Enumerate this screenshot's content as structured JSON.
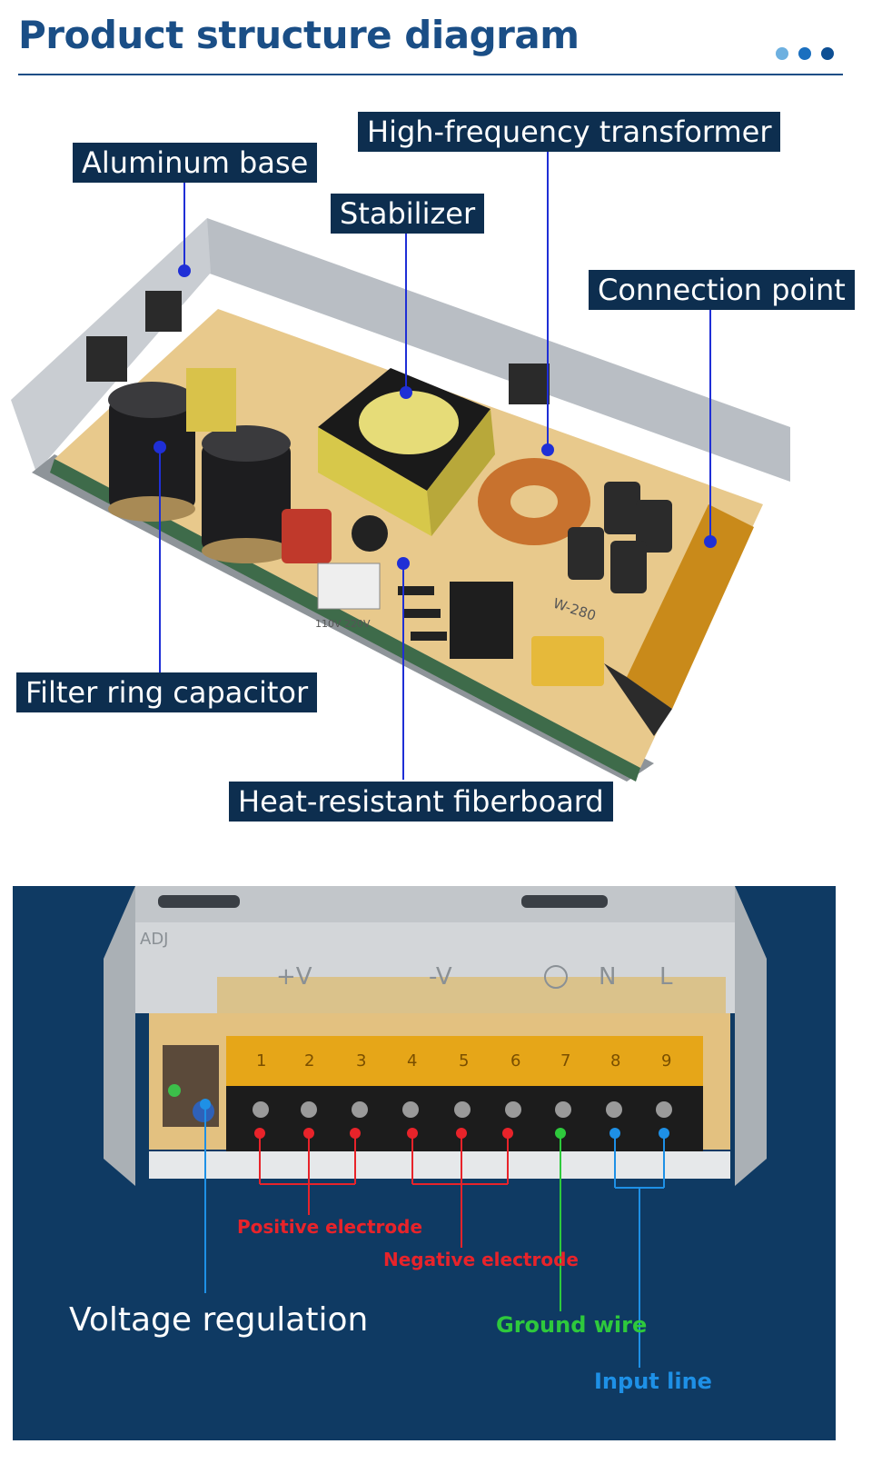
{
  "header": {
    "title": "Product structure diagram"
  },
  "top_diagram": {
    "labels": {
      "aluminum_base": "Aluminum base",
      "high_frequency_transformer": "High-frequency transformer",
      "stabilizer": "Stabilizer",
      "connection_point": "Connection point",
      "filter_ring_capacitor": "Filter ring capacitor",
      "heat_resistant_fiberboard": "Heat-resistant fiberboard"
    },
    "board_marks": {
      "model": "W-280",
      "switch": "110V  220V"
    }
  },
  "bottom_diagram": {
    "cover_marks": {
      "adj": "ADJ",
      "plus_v": "+V",
      "minus_v": "-V",
      "n": "N",
      "l": "L"
    },
    "terminal_numbers": [
      "1",
      "2",
      "3",
      "4",
      "5",
      "6",
      "7",
      "8",
      "9"
    ],
    "labels": {
      "positive_electrode": "Positive electrode",
      "negative_electrode": "Negative electrode",
      "ground_wire": "Ground wire",
      "input_line": "Input line",
      "voltage_regulation": "Voltage regulation"
    }
  },
  "colors": {
    "title": "#1a4e86",
    "label_bg": "#0d2e4f",
    "panel_bg": "#0f3a63",
    "positive": "#e8232a",
    "ground": "#2ec93c",
    "input": "#1e90e6",
    "pointer": "#1f2fd6"
  }
}
